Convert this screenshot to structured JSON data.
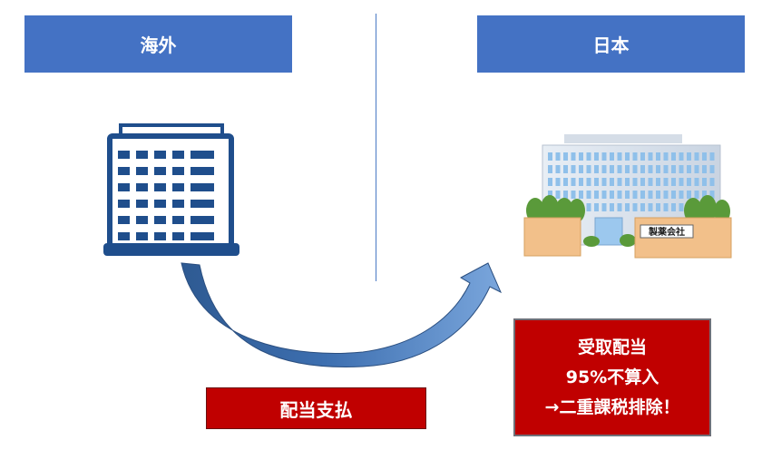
{
  "headers": {
    "left": "海外",
    "right": "日本"
  },
  "company_sign": "製薬会社",
  "payment_label": "配当支払",
  "receipt_box": {
    "line1": "受取配当",
    "line2": "95%不算入",
    "line3": "→二重課税排除！"
  },
  "colors": {
    "header_blue": "#4472c4",
    "red_box": "#c00000",
    "arrow_dark": "#2e5a92",
    "arrow_light": "#6a9ad6",
    "building_navy": "#1f4e8c"
  },
  "icons": [
    "office-building-icon",
    "pharma-factory-icon",
    "curved-arrow-icon"
  ]
}
